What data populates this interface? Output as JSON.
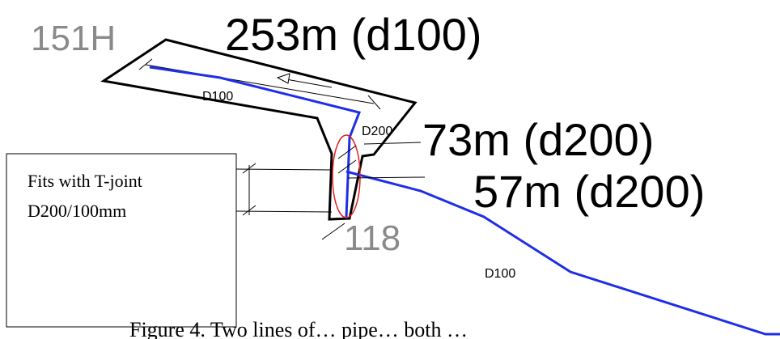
{
  "labels": {
    "node_top": "151H",
    "node_bottom": "118",
    "length_top": "253m (d100)",
    "length_mid": "73m (d200)",
    "length_low": "57m (d200)"
  },
  "pipe_labels": {
    "upper": "D100",
    "joint": "D200",
    "lower": "D100"
  },
  "note": {
    "line1": "Fits with T-joint",
    "line2": "D200/100mm"
  },
  "caption": "Figure 4. Two lines of… pipe… both … ",
  "colors": {
    "pipe": "#1f2ee6",
    "outline": "#000000",
    "node_label": "#8a8a8a",
    "highlight_ellipse": "#e02020"
  }
}
